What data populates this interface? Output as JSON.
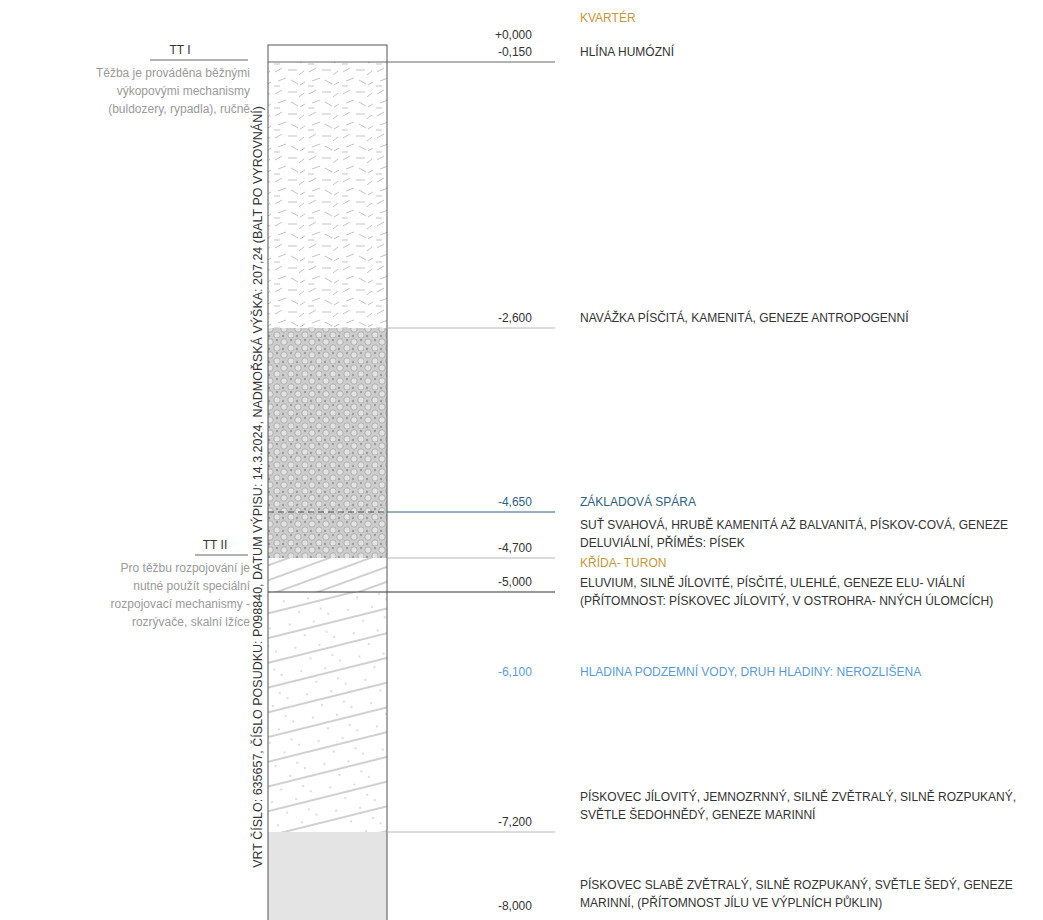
{
  "diagram": {
    "labels": [
      "TT I",
      "Těžba je prováděna běžnými výkopovými mechanismy (buldozery, rypadla), ručně",
      "TT II",
      "Pro těžbu rozpojování je nutné použít speciální rozpojovací mechanismy - rozrývače, skalní lžíce",
      "VRT ČÍSLO: 635657, ČÍSLO POSUDKU: P098840, DATUM VÝPISU: 14.3.2024, NADMOŘSKÁ VÝŠKA: 207,24 (BALT PO VYROVNÁNÍ)",
      "+0,000",
      "KVARTÉR",
      "-0,150",
      "HLÍNA HUMÓZNÍ",
      "-2,600",
      "NAVÁŽKA PÍSČITÁ, KAMENITÁ, GENEZE ANTROPOGENNÍ",
      "-4,650",
      "ZÁKLADOVÁ SPÁRA",
      "SUŤ SVAHOVÁ, HRUBĚ KAMENITÁ AŽ BALVANITÁ, PÍSKOV-COVÁ, GENEZE DELUVIÁLNÍ, PŘÍMĚS: PÍSEK",
      "-4,700",
      "KŘÍDA- TURON",
      "-5,000",
      "ELUVIUM, SILNĚ JÍLOVITÉ, PÍSČITÉ, ULEHLÉ, GENEZE ELU- VIÁLNÍ (PŘÍTOMNOST: PÍSKOVEC JÍLOVITÝ, V OSTROHRA- NNÝCH ÚLOMCÍCH)",
      "-6,100",
      "HLADINA PODZEMNÍ VODY, DRUH HLADINY: NEROZLIŠENA",
      "PÍSKOVEC JÍLOVITÝ, JEMNOZRNNÝ, SILNĚ ZVĚTRALÝ, SILNĚ ROZPUKANÝ, SVĚTLE ŠEDOHNĚDÝ, GENEZE MARINNÍ",
      "-7,200",
      "PÍSKOVEC SLABĚ ZVĚTRALÝ, SILNĚ ROZPUKANÝ, SVĚTLE ŠEDÝ, GENEZE MARINNÍ, (PŘÍTOMNOST JÍLU VE VÝPLNÍCH PŮKLIN)",
      "-8,000"
    ]
  }
}
